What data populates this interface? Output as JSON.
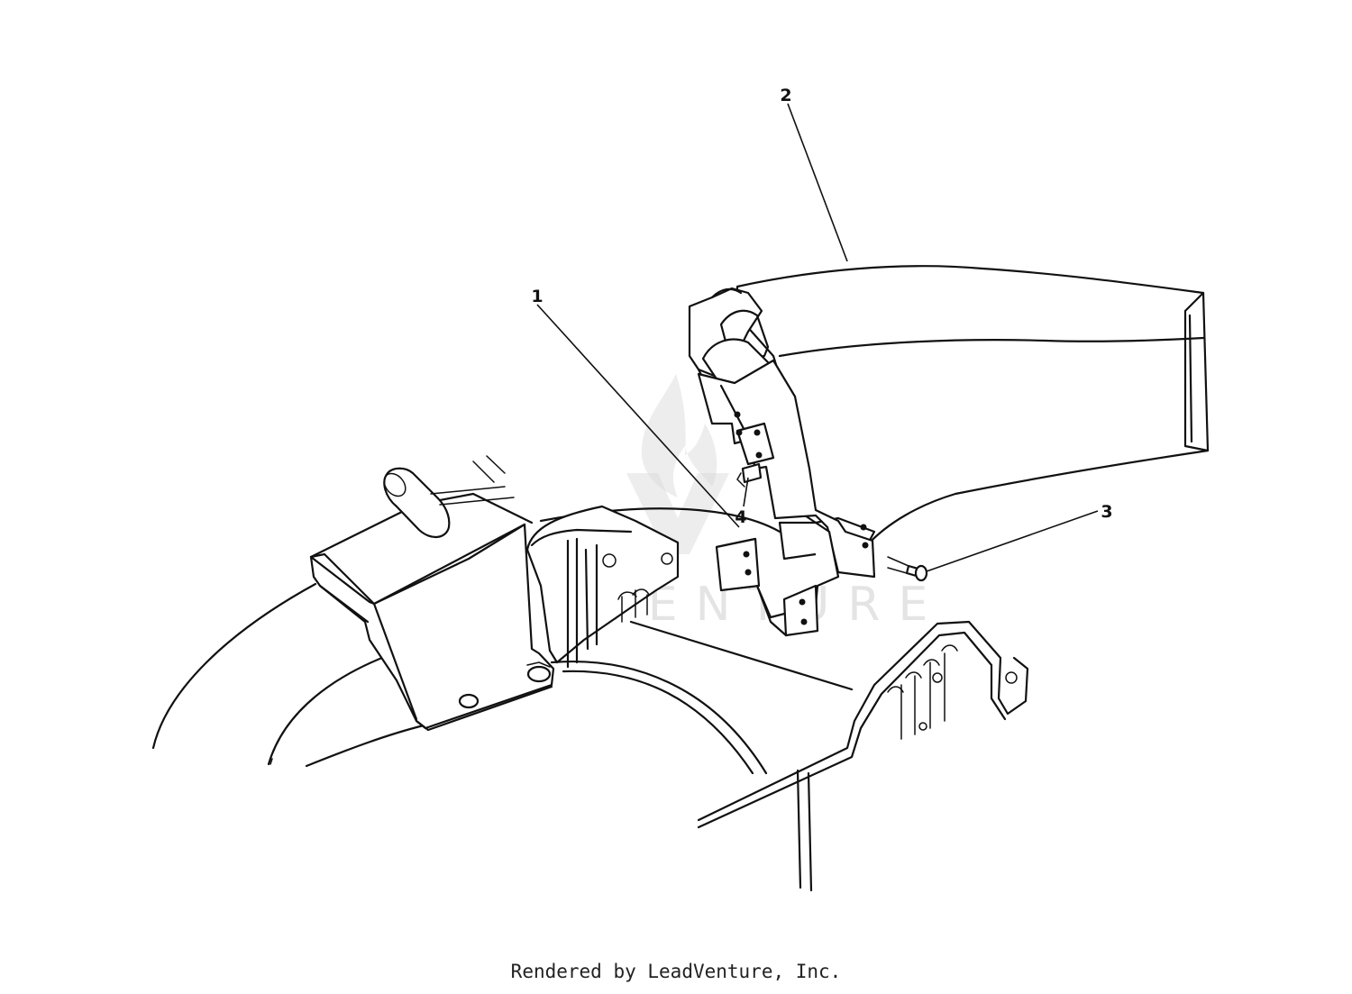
{
  "callouts": [
    {
      "id": "callout-1",
      "label": "1"
    },
    {
      "id": "callout-2",
      "label": "2"
    },
    {
      "id": "callout-3",
      "label": "3"
    },
    {
      "id": "callout-4",
      "label": "4"
    }
  ],
  "watermark": {
    "text": "LEADVENTURE"
  },
  "footer": {
    "credit": "Rendered by LeadVenture, Inc."
  },
  "colors": {
    "line": "#111111",
    "background": "#ffffff",
    "watermark": "#cfcfcf"
  }
}
